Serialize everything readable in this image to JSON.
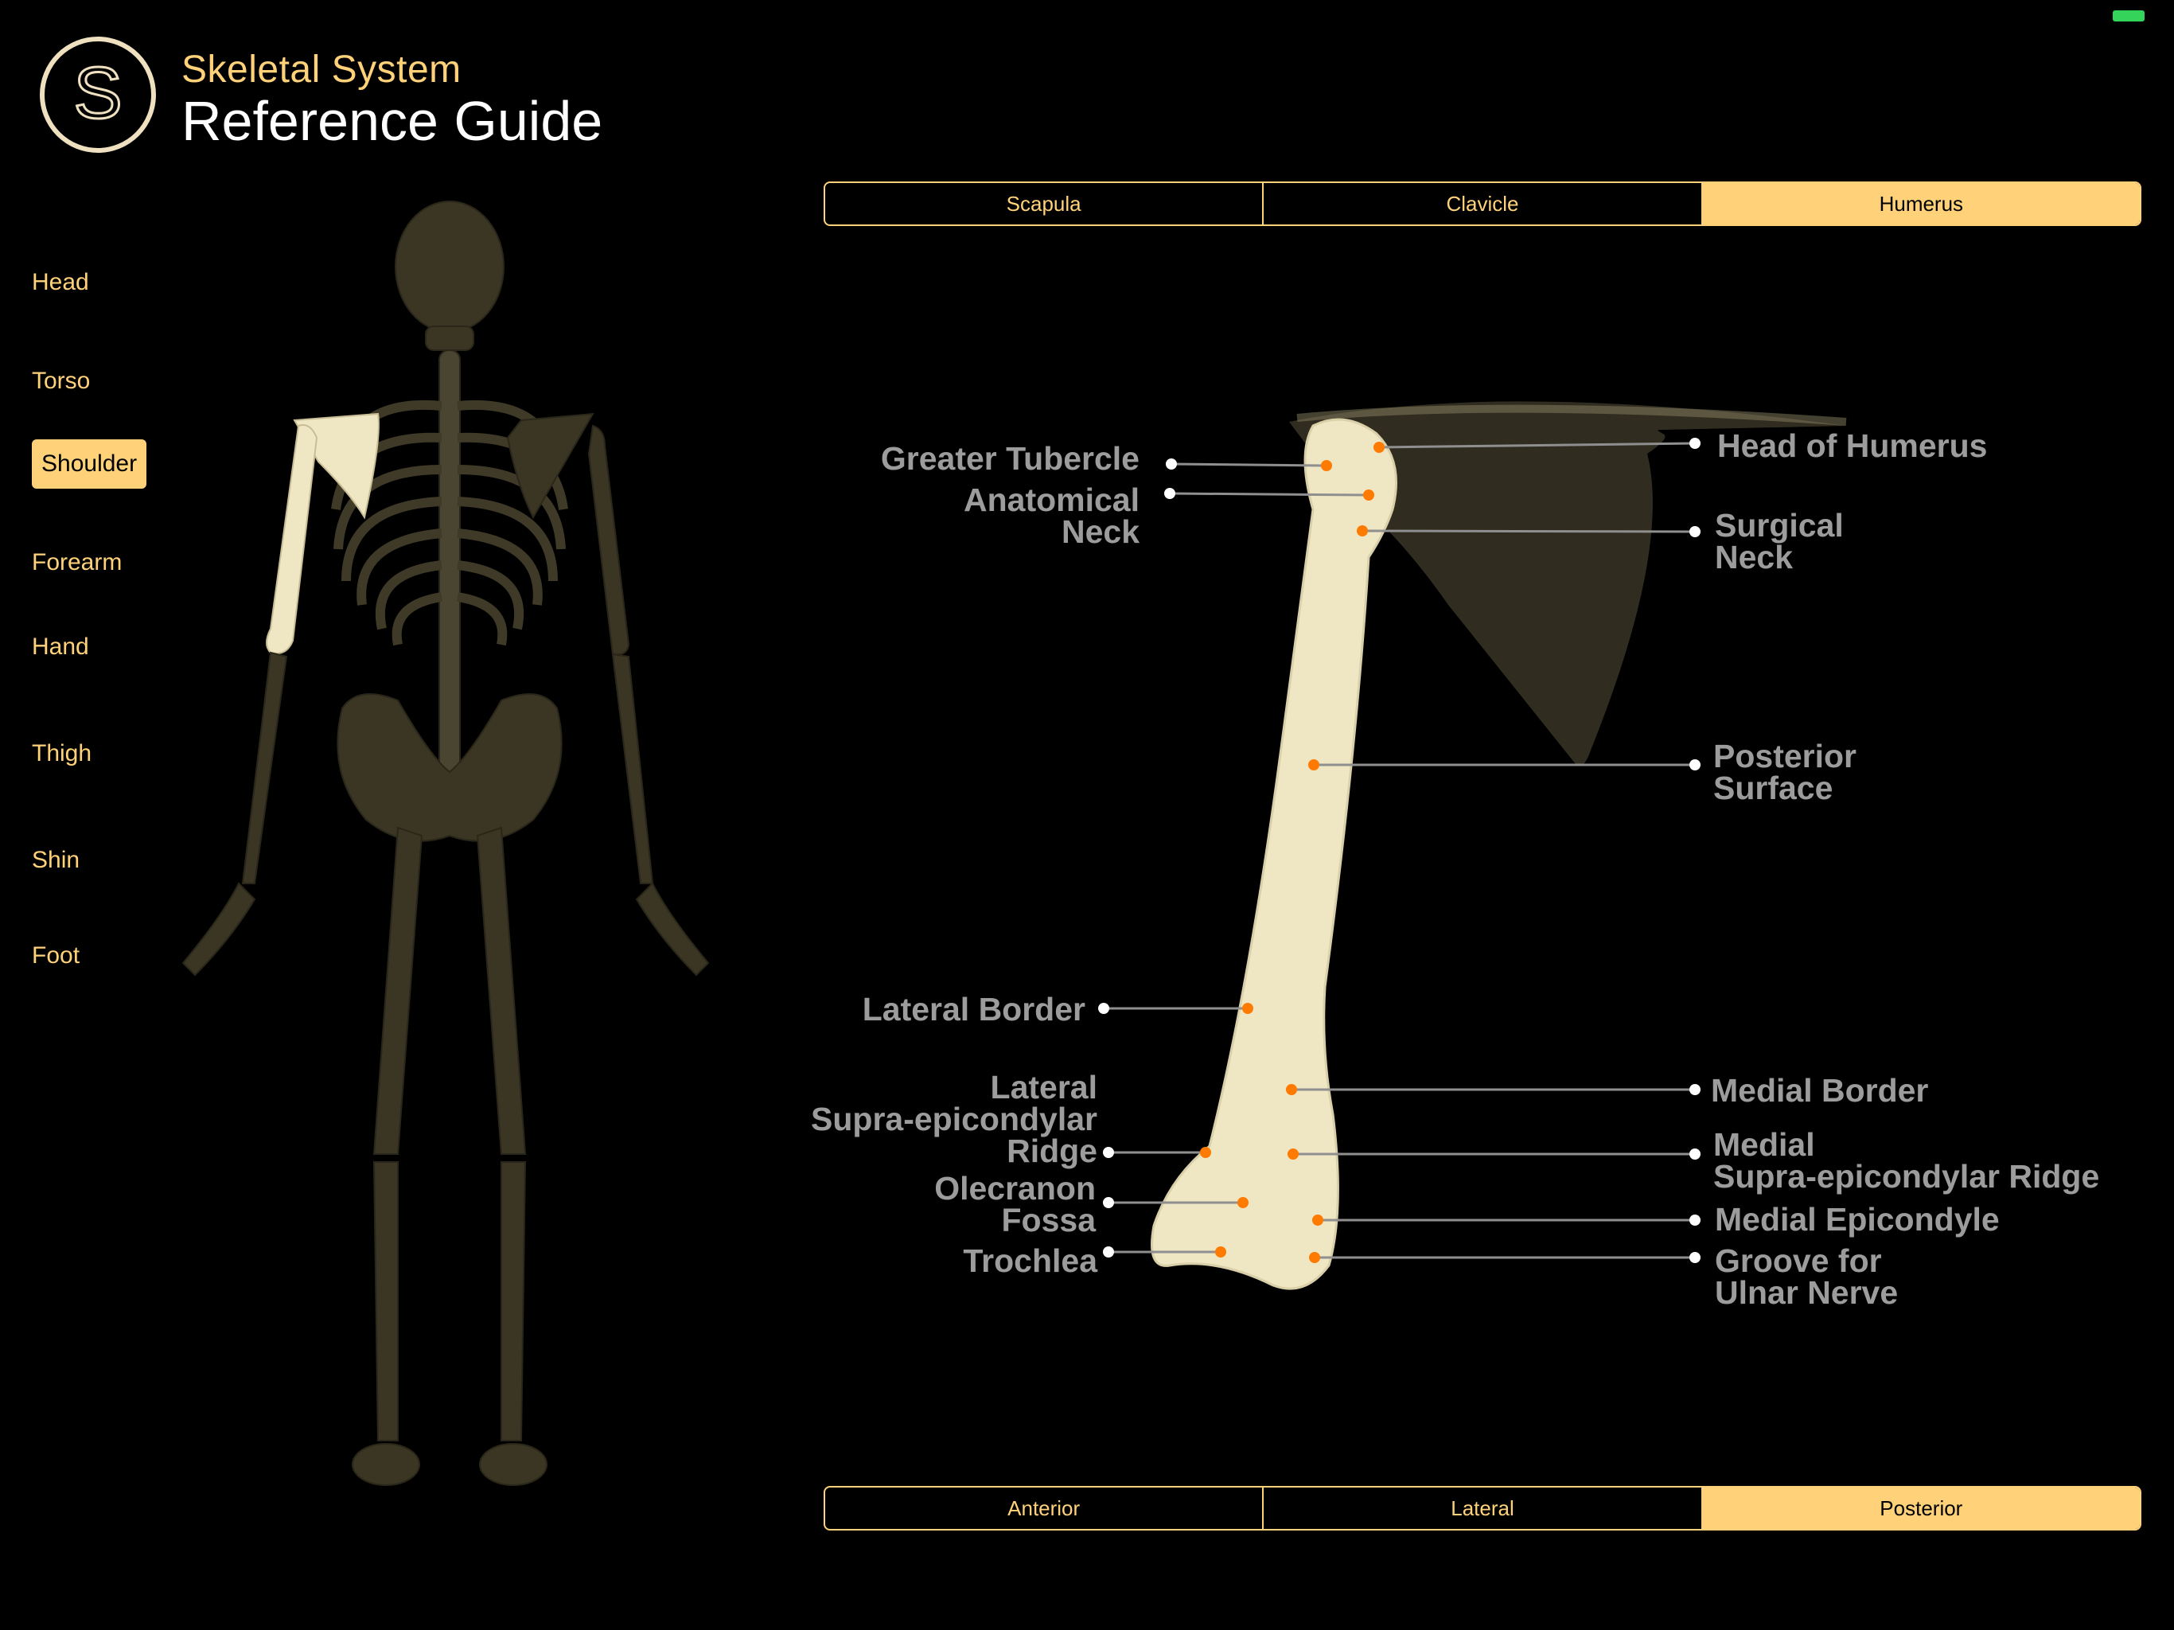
{
  "app": {
    "subtitle": "Skeletal System",
    "title": "Reference Guide",
    "logo_letter": "S"
  },
  "sidebar": {
    "items": [
      {
        "label": "Head",
        "active": false
      },
      {
        "label": "Torso",
        "active": false
      },
      {
        "label": "Shoulder",
        "active": true
      },
      {
        "label": "Forearm",
        "active": false
      },
      {
        "label": "Hand",
        "active": false
      },
      {
        "label": "Thigh",
        "active": false
      },
      {
        "label": "Shin",
        "active": false
      },
      {
        "label": "Foot",
        "active": false
      }
    ]
  },
  "bone_tabs": {
    "items": [
      "Scapula",
      "Clavicle",
      "Humerus"
    ],
    "selected": "Humerus"
  },
  "view_tabs": {
    "items": [
      "Anterior",
      "Lateral",
      "Posterior"
    ],
    "selected": "Posterior"
  },
  "annotations": {
    "greater_tubercle": "Greater Tubercle",
    "anatomical_neck": "Anatomical\nNeck",
    "head_of_humerus": "Head of Humerus",
    "surgical_neck": "Surgical\nNeck",
    "posterior_surface": "Posterior\nSurface",
    "lateral_border": "Lateral Border",
    "lateral_supra_ridge": "Lateral\nSupra-epicondylar\nRidge",
    "olecranon_fossa": "Olecranon\nFossa",
    "trochlea": "Trochlea",
    "medial_border": "Medial Border",
    "medial_supra_ridge": "Medial\nSupra-epicondylar Ridge",
    "medial_epicondyle": "Medial Epicondyle",
    "groove_ulnar_nerve": "Groove for\nUlnar Nerve"
  },
  "colors": {
    "accent": "#ffd27a",
    "background": "#000000",
    "label_gray": "#9c9c9c",
    "marker_orange": "#ff7a00",
    "bone": "#efe6c4",
    "battery": "#34d35a"
  }
}
